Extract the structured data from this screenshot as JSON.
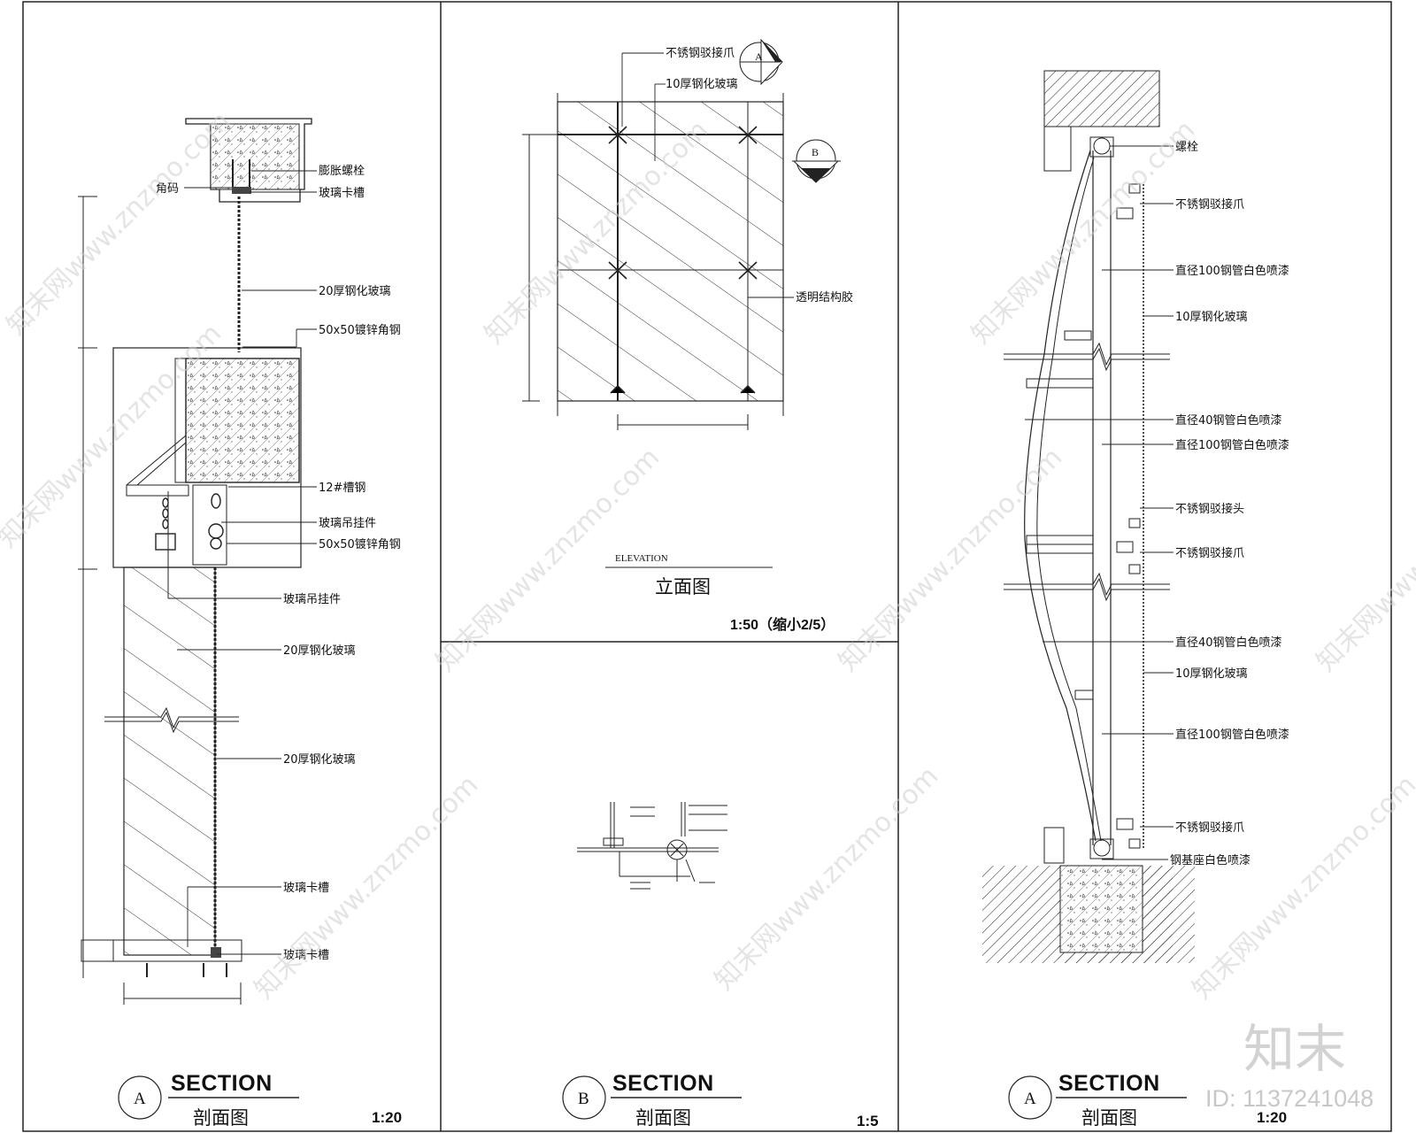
{
  "watermark": {
    "text": "知末网www.znzmo.com",
    "brand": "知末",
    "id": "ID: 1137241048"
  },
  "panel_left": {
    "labels": [
      "膨胀螺栓",
      "角码",
      "玻璃卡槽",
      "20厚钢化玻璃",
      "50x50镀锌角钢",
      "12#槽钢",
      "玻璃吊挂件",
      "50x50镀锌角钢",
      "玻璃吊挂件",
      "20厚钢化玻璃",
      "20厚钢化玻璃",
      "玻璃卡槽",
      "玻璃卡槽"
    ],
    "title": {
      "badge": "A",
      "en": "SECTION",
      "cn": "剖面图",
      "scale": "1:20"
    }
  },
  "panel_elevation": {
    "labels": [
      "不锈钢驳接爪",
      "10厚钢化玻璃",
      "透明结构胶"
    ],
    "section_marks": [
      "A",
      "B"
    ],
    "title": {
      "en": "ELEVATION",
      "cn": "立面图",
      "scale": "1:50（缩小2/5）"
    }
  },
  "panel_detail_b": {
    "title": {
      "badge": "B",
      "en": "SECTION",
      "cn": "剖面图",
      "scale": "1:5"
    }
  },
  "panel_right": {
    "labels": [
      "螺栓",
      "不锈钢驳接爪",
      "直径100钢管白色喷漆",
      "10厚钢化玻璃",
      "直径40钢管白色喷漆",
      "直径100钢管白色喷漆",
      "不锈钢驳接头",
      "不锈钢驳接爪",
      "直径40钢管白色喷漆",
      "10厚钢化玻璃",
      "直径100钢管白色喷漆",
      "不锈钢驳接爪",
      "钢基座白色喷漆"
    ],
    "title": {
      "badge": "A",
      "en": "SECTION",
      "cn": "剖面图",
      "scale": "1:20"
    }
  }
}
